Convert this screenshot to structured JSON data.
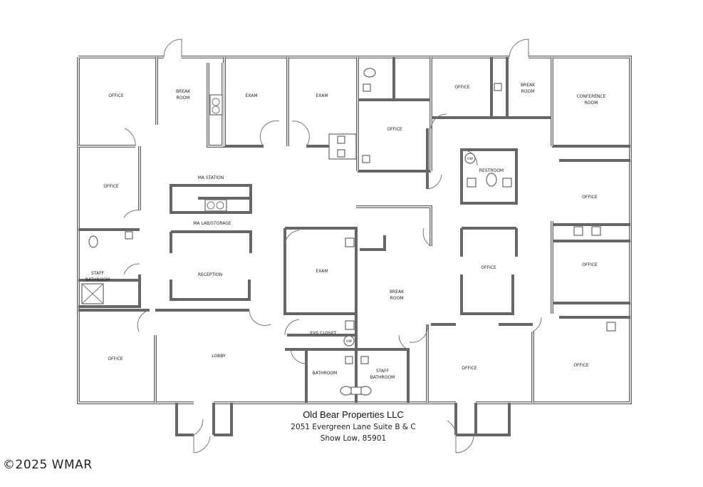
{
  "rooms": {
    "office_nw": "OFFICE",
    "break_room_w": [
      "BREAK",
      "ROOM"
    ],
    "exam_1": "EXAM",
    "exam_2": "EXAM",
    "office_n": "OFFICE",
    "break_room_e": [
      "BREAK",
      "ROOM"
    ],
    "conference_room": [
      "CONFERENCE",
      "ROOM"
    ],
    "office_center_n": "OFFICE",
    "restroom": "RESTROOM",
    "hw_1": "HW",
    "office_w": "OFFICE",
    "ma_station": "MA STATION",
    "ma_lab_storage": "MA LAB/STORAGE",
    "staff_bathroom_w": [
      "STAFF",
      "BATHROOM"
    ],
    "reception": "RECEPTION",
    "exam_3": "EXAM",
    "break_room_center": [
      "BREAK",
      "ROOM"
    ],
    "office_center": "OFFICE",
    "office_e1": "OFFICE",
    "office_e2": "OFFICE",
    "evs_closet": "EVS CLOSET",
    "hw_2": "HW",
    "office_sw": "OFFICE",
    "lobby": "LOBBY",
    "bathroom": "BATHROOM",
    "staff_bathroom_s": [
      "STAFF",
      "BATHROOM"
    ],
    "office_s": "OFFICE",
    "office_se": "OFFICE"
  },
  "caption": {
    "company": "Old Bear Properties LLC",
    "address": "2051 Evergreen Lane Suite B & C",
    "city": "Show Low, 85901"
  },
  "watermark": "©2025 WMAR"
}
